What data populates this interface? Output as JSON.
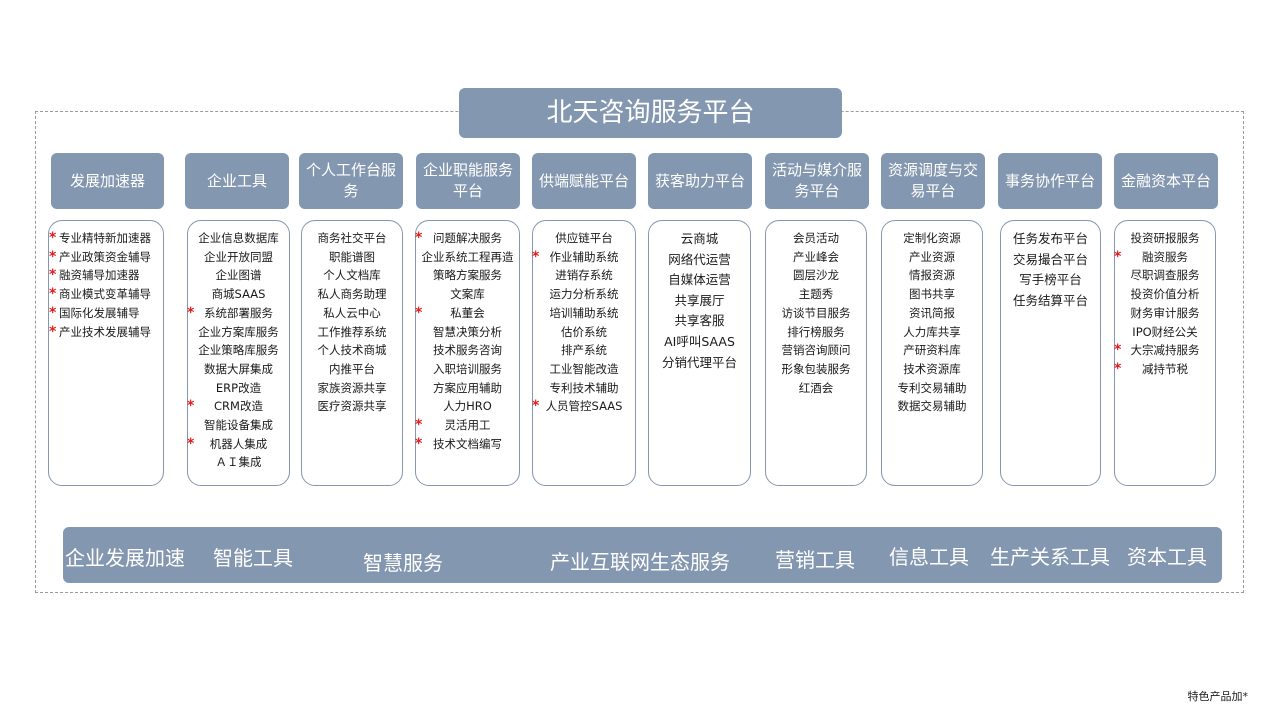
{
  "title": "北天咨询服务平台",
  "categories": [
    {
      "label": "发展加速器",
      "items": [
        {
          "text": "专业精特新加速器",
          "star": true
        },
        {
          "text": "产业政策资金辅导",
          "star": true
        },
        {
          "text": "融资辅导加速器",
          "star": true
        },
        {
          "text": "商业模式变革辅导",
          "star": true
        },
        {
          "text": "国际化发展辅导",
          "star": true
        },
        {
          "text": "产业技术发展辅导",
          "star": true
        }
      ]
    },
    {
      "label": "企业工具",
      "items": [
        {
          "text": "企业信息数据库",
          "star": false
        },
        {
          "text": "企业开放同盟",
          "star": false
        },
        {
          "text": "企业图谱",
          "star": false
        },
        {
          "text": "商城SAAS",
          "star": false
        },
        {
          "text": "系统部署服务",
          "star": true
        },
        {
          "text": "企业方案库服务",
          "star": false
        },
        {
          "text": "企业策略库服务",
          "star": false
        },
        {
          "text": "数据大屏集成",
          "star": false
        },
        {
          "text": "ERP改造",
          "star": false
        },
        {
          "text": "CRM改造",
          "star": true
        },
        {
          "text": "智能设备集成",
          "star": false
        },
        {
          "text": "机器人集成",
          "star": true
        },
        {
          "text": "ＡＩ集成",
          "star": false
        }
      ]
    },
    {
      "label": "个人工作台服务",
      "items": [
        {
          "text": "商务社交平台",
          "star": false
        },
        {
          "text": "职能谱图",
          "star": false
        },
        {
          "text": "个人文档库",
          "star": false
        },
        {
          "text": "私人商务助理",
          "star": false
        },
        {
          "text": "私人云中心",
          "star": false
        },
        {
          "text": "工作推荐系统",
          "star": false
        },
        {
          "text": "个人技术商城",
          "star": false
        },
        {
          "text": "内推平台",
          "star": false
        },
        {
          "text": "家族资源共享",
          "star": false
        },
        {
          "text": "医疗资源共享",
          "star": false
        }
      ]
    },
    {
      "label": "企业职能服务平台",
      "items": [
        {
          "text": "问题解决服务",
          "star": true
        },
        {
          "text": "企业系统工程再造",
          "star": false
        },
        {
          "text": "策略方案服务",
          "star": false
        },
        {
          "text": "文案库",
          "star": false
        },
        {
          "text": "私董会",
          "star": true
        },
        {
          "text": "智慧决策分析",
          "star": false
        },
        {
          "text": "技术服务咨询",
          "star": false
        },
        {
          "text": "入职培训服务",
          "star": false
        },
        {
          "text": "方案应用辅助",
          "star": false
        },
        {
          "text": "人力HRO",
          "star": false
        },
        {
          "text": "灵活用工",
          "star": true
        },
        {
          "text": "技术文档编写",
          "star": true
        }
      ]
    },
    {
      "label": "供端赋能平台",
      "items": [
        {
          "text": "供应链平台",
          "star": false
        },
        {
          "text": "作业辅助系统",
          "star": true
        },
        {
          "text": "进销存系统",
          "star": false
        },
        {
          "text": "运力分析系统",
          "star": false
        },
        {
          "text": "培训辅助系统",
          "star": false
        },
        {
          "text": "估价系统",
          "star": false
        },
        {
          "text": "排产系统",
          "star": false
        },
        {
          "text": "工业智能改造",
          "star": false
        },
        {
          "text": "专利技术辅助",
          "star": false
        },
        {
          "text": "人员管控SAAS",
          "star": true
        }
      ]
    },
    {
      "label": "获客助力平台",
      "items": [
        {
          "text": "云商城",
          "star": false
        },
        {
          "text": "网络代运营",
          "star": false
        },
        {
          "text": "自媒体运营",
          "star": false
        },
        {
          "text": "共享展厅",
          "star": false
        },
        {
          "text": "共享客服",
          "star": false
        },
        {
          "text": "AI呼叫SAAS",
          "star": false
        },
        {
          "text": "分销代理平台",
          "star": false
        }
      ]
    },
    {
      "label": "活动与媒介服务平台",
      "items": [
        {
          "text": "会员活动",
          "star": false
        },
        {
          "text": "产业峰会",
          "star": false
        },
        {
          "text": "圆层沙龙",
          "star": false
        },
        {
          "text": "主题秀",
          "star": false
        },
        {
          "text": "访谈节目服务",
          "star": false
        },
        {
          "text": "排行榜服务",
          "star": false
        },
        {
          "text": "营销咨询顾问",
          "star": false
        },
        {
          "text": "形象包装服务",
          "star": false
        },
        {
          "text": "红酒会",
          "star": false
        }
      ]
    },
    {
      "label": "资源调度与交易平台",
      "items": [
        {
          "text": "定制化资源",
          "star": false
        },
        {
          "text": "产业资源",
          "star": false
        },
        {
          "text": "情报资源",
          "star": false
        },
        {
          "text": "图书共享",
          "star": false
        },
        {
          "text": "资讯简报",
          "star": false
        },
        {
          "text": "人力库共享",
          "star": false
        },
        {
          "text": "产研资料库",
          "star": false
        },
        {
          "text": "技术资源库",
          "star": false
        },
        {
          "text": "专利交易辅助",
          "star": false
        },
        {
          "text": "数据交易辅助",
          "star": false
        }
      ]
    },
    {
      "label": "事务协作平台",
      "items": [
        {
          "text": "任务发布平台",
          "star": false
        },
        {
          "text": "交易撮合平台",
          "star": false
        },
        {
          "text": "写手榜平台",
          "star": false
        },
        {
          "text": "任务结算平台",
          "star": false
        }
      ]
    },
    {
      "label": "金融资本平台",
      "items": [
        {
          "text": "投资研报服务",
          "star": false
        },
        {
          "text": "融资服务",
          "star": true
        },
        {
          "text": "尽职调查服务",
          "star": false
        },
        {
          "text": "投资价值分析",
          "star": false
        },
        {
          "text": "财务审计服务",
          "star": false
        },
        {
          "text": "IPO财经公关",
          "star": false
        },
        {
          "text": "大宗减持服务",
          "star": true
        },
        {
          "text": "减持节税",
          "star": true
        }
      ]
    }
  ],
  "bottom_labels": [
    "企业发展加速",
    "智能工具",
    "智慧服务",
    "产业互联网生态服务",
    "营销工具",
    "信息工具",
    "生产关系工具",
    "资本工具"
  ],
  "footnote": "特色产品加*"
}
